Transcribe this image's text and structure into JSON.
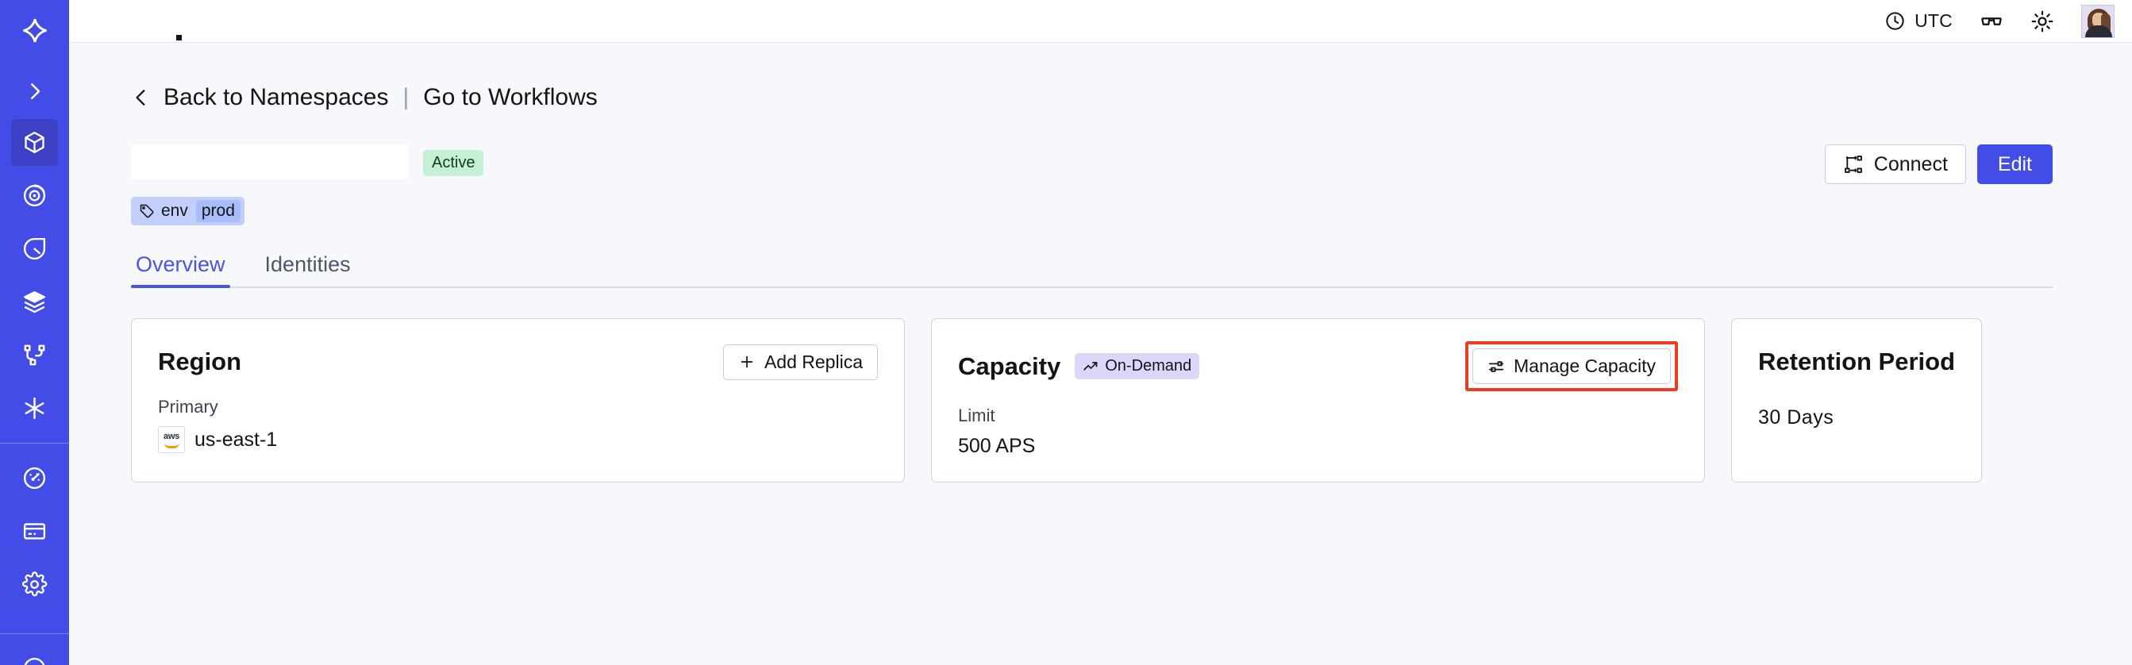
{
  "sidebar": {
    "logo_icon": "temporal-sparkle-logo",
    "expand_icon": "chevron-right-icon",
    "items": [
      {
        "icon": "cube-icon",
        "name": "namespaces",
        "active": true
      },
      {
        "icon": "target-eye-icon",
        "name": "observability",
        "active": false
      },
      {
        "icon": "timer-icon",
        "name": "schedules",
        "active": false
      },
      {
        "icon": "layers-icon",
        "name": "workers",
        "active": false
      },
      {
        "icon": "git-branch-icon",
        "name": "workflows",
        "active": false
      },
      {
        "icon": "asterisk-icon",
        "name": "integrations",
        "active": false
      }
    ],
    "bottom_items": [
      {
        "icon": "gauge-icon",
        "name": "usage",
        "active": false
      },
      {
        "icon": "credit-card-icon",
        "name": "billing",
        "active": false
      },
      {
        "icon": "gear-icon",
        "name": "settings",
        "active": false
      }
    ]
  },
  "topbar": {
    "timezone_label": "UTC",
    "clock_icon": "clock-icon",
    "glasses_icon": "glasses-icon",
    "theme_icon": "sun-icon",
    "avatar_alt": "user-avatar"
  },
  "breadcrumb": {
    "back_icon": "chevron-left-icon",
    "back_label": "Back to Namespaces",
    "separator": "|",
    "forward_label": "Go to Workflows"
  },
  "namespace": {
    "title": "",
    "status_badge": "Active",
    "tag": {
      "icon": "tag-icon",
      "key": "env",
      "value": "prod"
    }
  },
  "actions": {
    "connect_label": "Connect",
    "connect_icon": "flow-connect-icon",
    "edit_label": "Edit"
  },
  "tabs": [
    {
      "label": "Overview",
      "active": true
    },
    {
      "label": "Identities",
      "active": false
    }
  ],
  "cards": {
    "region": {
      "title": "Region",
      "action_label": "Add Replica",
      "action_icon": "plus-icon",
      "label": "Primary",
      "provider_icon": "aws-logo-icon",
      "value": "us-east-1"
    },
    "capacity": {
      "title": "Capacity",
      "badge_label": "On-Demand",
      "badge_icon": "trending-up-icon",
      "action_label": "Manage Capacity",
      "action_icon": "sliders-icon",
      "highlighted": true,
      "label": "Limit",
      "value": "500 APS"
    },
    "retention": {
      "title": "Retention Period",
      "value": "30 Days"
    }
  },
  "colors": {
    "brand_indigo": "#444ce7",
    "page_background": "#f7f8fb",
    "card_border": "#c9d2e6",
    "status_active_bg": "#c6f0d3",
    "badge_ondemand_bg": "#ddd6fb",
    "tag_bg": "#c3cffb",
    "highlight_red": "#ee3b24"
  }
}
